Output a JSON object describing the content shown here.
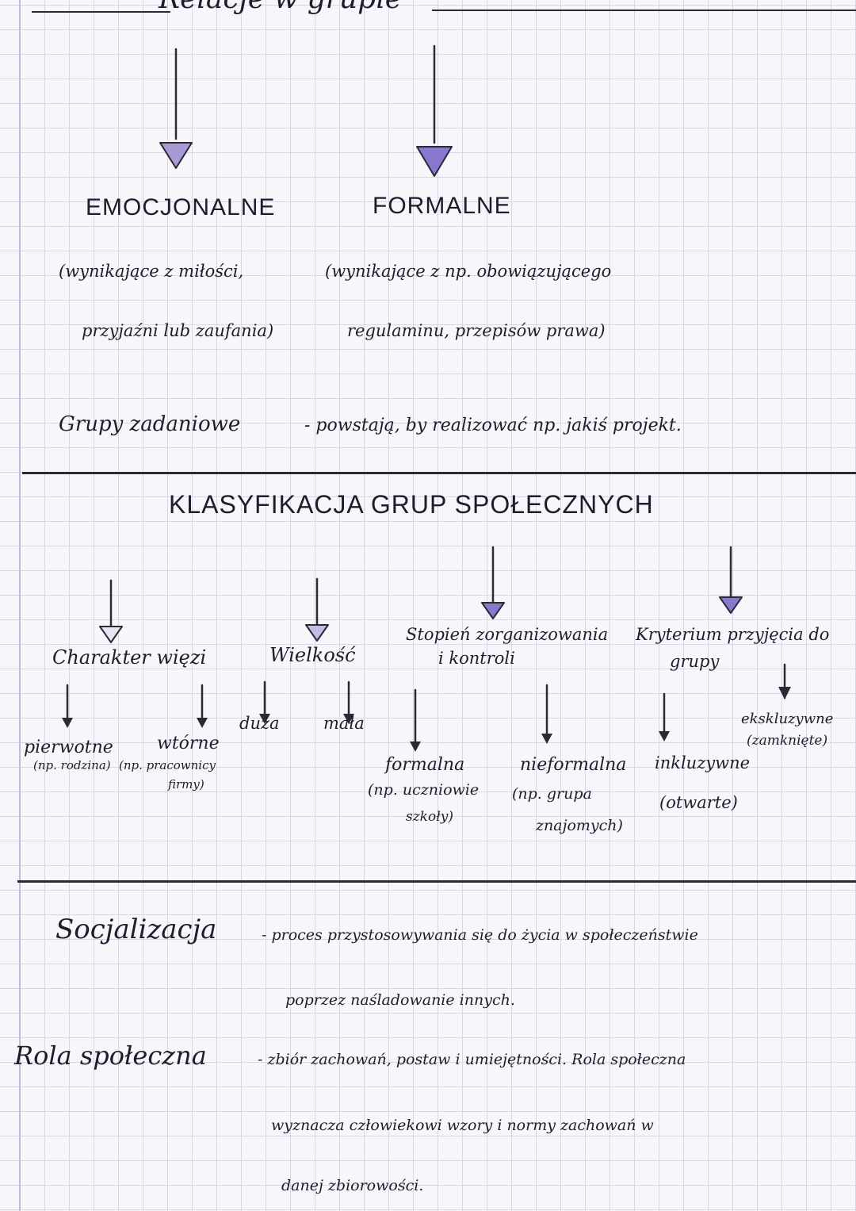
{
  "header": {
    "title": "Relacje w grupie"
  },
  "relations": {
    "emotional": {
      "label": "EMOCJONALNE",
      "note_line1": "(wynikające z miłości,",
      "note_line2": "przyjaźni lub zaufania)"
    },
    "formal": {
      "label": "FORMALNE",
      "note_line1": "(wynikające z np. obowiązującego",
      "note_line2": "regulaminu, przepisów prawa)"
    }
  },
  "task_groups": {
    "term": "Grupy zadaniowe",
    "definition": "- powstają, by realizować np. jakiś projekt."
  },
  "classification": {
    "title": "KLASYFIKACJA GRUP SPOŁECZNYCH",
    "bond": {
      "label": "Charakter więzi",
      "primary": "pierwotne",
      "primary_example": "(np. rodzina)",
      "secondary": "wtórne",
      "secondary_example_1": "(np. pracownicy",
      "secondary_example_2": "firmy)"
    },
    "size": {
      "label": "Wielkość",
      "large": "duża",
      "small": "mała"
    },
    "organization": {
      "label_1": "Stopień zorganizowania",
      "label_2": "i kontroli",
      "formal": "formalna",
      "formal_example_1": "(np. uczniowie",
      "formal_example_2": "szkoły)",
      "informal": "nieformalna",
      "informal_example_1": "(np. grupa",
      "informal_example_2": "znajomych)"
    },
    "admission": {
      "label_1": "Kryterium przyjęcia do",
      "label_2": "grupy",
      "inclusive": "inkluzywne",
      "inclusive_note": "(otwarte)",
      "exclusive": "ekskluzywne",
      "exclusive_note": "(zamknięte)"
    }
  },
  "definitions": {
    "socialization": {
      "term": "Socjalizacja",
      "line1": "- proces przystosowywania się do życia w społeczeństwie",
      "line2": "poprzez naśladowanie innych."
    },
    "social_role": {
      "term": "Rola społeczna",
      "line1": "- zbiór zachowań, postaw i umiejętności. Rola społeczna",
      "line2": "wyznacza człowiekowi wzory i normy zachowań w",
      "line3": "danej zbiorowości."
    }
  },
  "colors": {
    "arrow_fill": "#a99ad6",
    "ink": "#1d1d2b",
    "grid": "#d6d8e6",
    "margin": "#c9b7d9"
  }
}
